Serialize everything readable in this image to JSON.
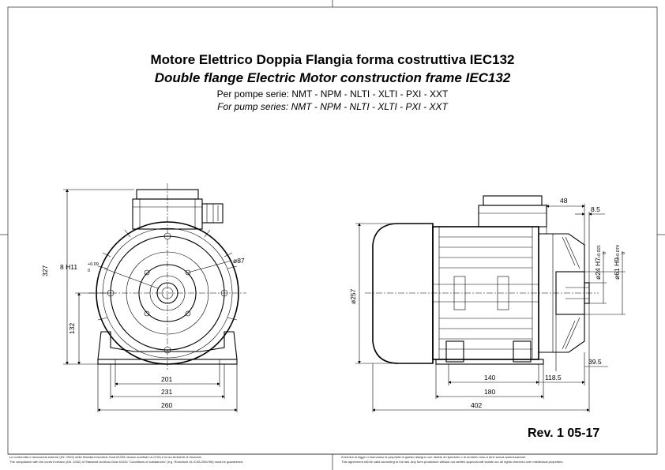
{
  "title_it": "Motore Elettrico Doppia Flangia forma costruttiva IEC132",
  "title_en": "Double flange Electric Motor construction frame IEC132",
  "series_it": "Per pompe serie: NMT - NPM - NLTI - XLTI - PXI - XXT",
  "series_en": "For pump series: NMT - NPM - NLTI - XLTI - PXI - XXT",
  "revision": "Rev. 1 05-17",
  "front_view": {
    "height_total": "327",
    "shaft_height": "132",
    "keyway": "8 H11",
    "keyway_tol_upper": "+0.09",
    "keyway_tol_lower": "0",
    "flange_dia": "ø87",
    "foot_width_inner": "201",
    "foot_width_mid": "231",
    "foot_width_outer": "260"
  },
  "side_view": {
    "body_dia": "ø257",
    "shaft_dia": "ø24 H7",
    "shaft_tol_upper": "+0.021",
    "shaft_tol_lower": "0",
    "spigot_dia": "ø61 H9",
    "spigot_tol_upper": "+0.074",
    "spigot_tol_lower": "0",
    "dim_48": "48",
    "dim_8_5": "8.5",
    "dim_39_5": "39.5",
    "dim_140": "140",
    "dim_118_5": "118.5",
    "dim_180": "180",
    "dim_402": "402"
  },
  "footer": {
    "left_line1": "Le conformità e lavorazioni esterne (Dir. 2002) della Standard Iso/Ansi-Gost 61025 nessun sostituto UL/CSA e la Iso Ambienti di esercizio",
    "left_line2": "The compliance with the current version (Dir. 2002) of Standard Iso/Ansi-Gost 61025 \"Conditions of substances\" (e.g. Rotocircle UL/CSA 2002/96) must be guaranteed.",
    "right_line1": "A termini di legge ci riserviamo la proprietà di questo disegno con divieto di riprodurlo o di renderlo noto a terzi senza autorizzazione.",
    "right_line2": "This agreement will be valid according to the law. Any form production without our written approval will violate our all rights reserved over intellectual properties."
  }
}
